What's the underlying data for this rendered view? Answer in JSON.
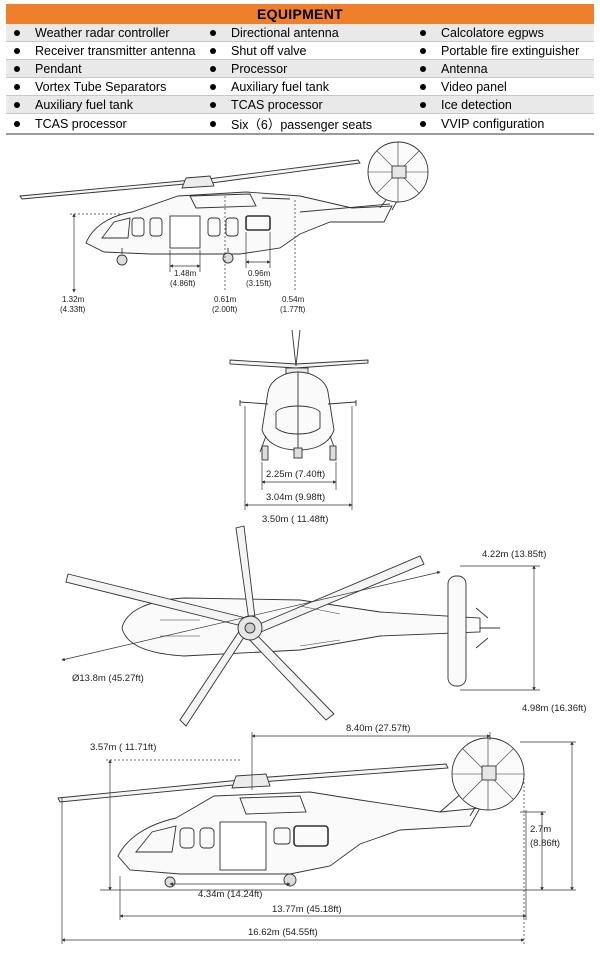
{
  "equipment": {
    "title": "EQUIPMENT",
    "rows": [
      [
        "Weather radar controller",
        "Directional antenna",
        "Calcolatore egpws"
      ],
      [
        "Receiver transmitter antenna",
        "Shut off valve",
        "Portable fire extinguisher"
      ],
      [
        "Pendant",
        "Processor",
        "Antenna"
      ],
      [
        "Vortex Tube Separators",
        "Auxiliary fuel tank",
        "Video panel"
      ],
      [
        "Auxiliary fuel tank",
        "TCAS processor",
        "Ice detection"
      ],
      [
        "TCAS processor",
        "Six（6）passenger seats",
        "VVIP configuration"
      ]
    ]
  },
  "side_view": {
    "dims": {
      "h132_m": "1.32m",
      "h132_ft": "(4.33ft)",
      "d148_m": "1.48m",
      "d148_ft": "(4.86ft)",
      "d096_m": "0.96m",
      "d096_ft": "(3.15ft)",
      "d061_m": "0.61m",
      "d061_ft": "(2.00ft)",
      "d054_m": "0.54m",
      "d054_ft": "(1.77ft)"
    }
  },
  "front_view": {
    "dims": {
      "d225": "2.25m (7.40ft)",
      "d304": "3.04m (9.98ft)",
      "d350": "3.50m ( 11.48ft)"
    }
  },
  "top_view": {
    "dims": {
      "rotor": "Ø13.8m (45.27ft)",
      "tail_width": "4.22m (13.85ft)"
    }
  },
  "profile_view": {
    "dims": {
      "h498": "4.98m (16.36ft)",
      "d840": "8.40m (27.57ft)",
      "h357": "3.57m ( 11.71ft)",
      "h27_m": "2.7m",
      "h27_ft": "(8.86ft)",
      "d434": "4.34m (14.24ft)",
      "d1377": "13.77m (45.18ft)",
      "d1662": "16.62m (54.55ft)"
    }
  }
}
